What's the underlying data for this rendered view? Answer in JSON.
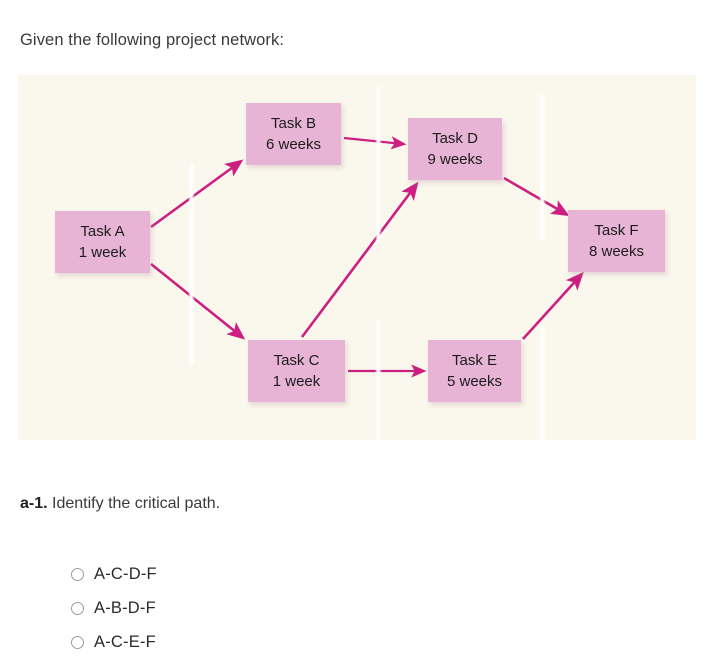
{
  "prompt": "Given the following project network:",
  "diagram": {
    "title": "project-network",
    "background_color": "#faf8ec",
    "box_fill": "#e7b4d6",
    "arrow_color": "#cc1f81",
    "nodes": [
      {
        "id": "a",
        "name": "Task A",
        "duration": "1 week"
      },
      {
        "id": "b",
        "name": "Task B",
        "duration": "6 weeks"
      },
      {
        "id": "c",
        "name": "Task C",
        "duration": "1 week"
      },
      {
        "id": "d",
        "name": "Task D",
        "duration": "9 weeks"
      },
      {
        "id": "e",
        "name": "Task E",
        "duration": "5 weeks"
      },
      {
        "id": "f",
        "name": "Task F",
        "duration": "8 weeks"
      }
    ],
    "edges": [
      {
        "from": "a",
        "to": "b"
      },
      {
        "from": "a",
        "to": "c"
      },
      {
        "from": "b",
        "to": "d"
      },
      {
        "from": "c",
        "to": "d"
      },
      {
        "from": "c",
        "to": "e"
      },
      {
        "from": "d",
        "to": "f"
      },
      {
        "from": "e",
        "to": "f"
      }
    ]
  },
  "sub_question": {
    "label": "a-1.",
    "text": "Identify the critical path."
  },
  "options": [
    {
      "label": "A-C-D-F",
      "selected": false
    },
    {
      "label": "A-B-D-F",
      "selected": false
    },
    {
      "label": "A-C-E-F",
      "selected": false
    }
  ]
}
